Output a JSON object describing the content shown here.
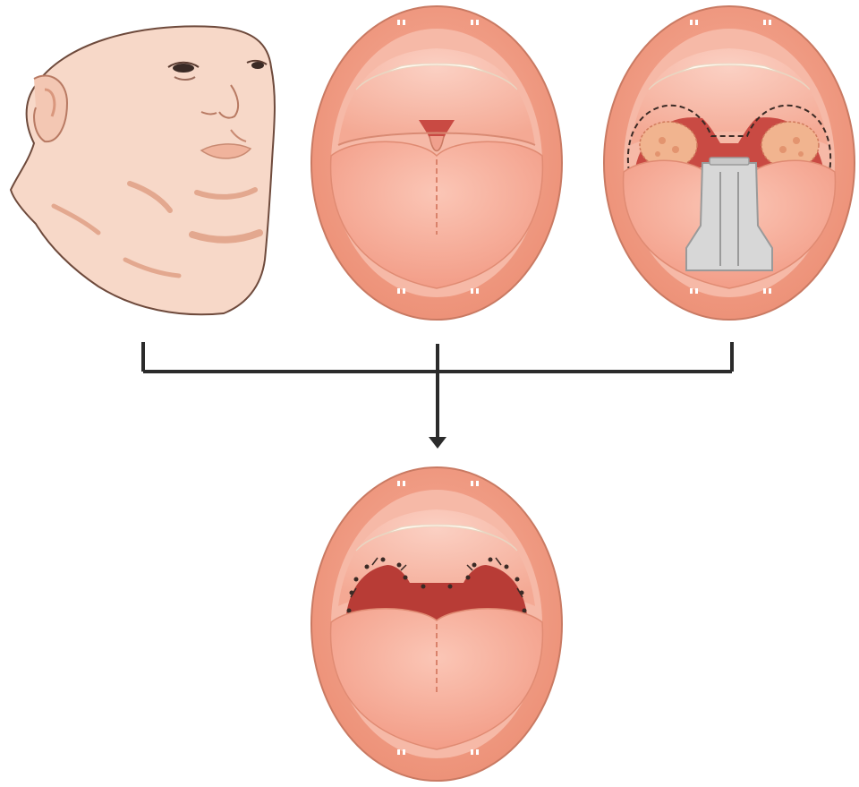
{
  "diagram": {
    "panels": [
      {
        "id": "face",
        "icon": "face-profile-icon"
      },
      {
        "id": "mouth-normal",
        "icon": "open-mouth-normal-icon"
      },
      {
        "id": "mouth-tonsillectomy",
        "icon": "open-mouth-tonsil-excision-icon"
      },
      {
        "id": "mouth-result",
        "icon": "open-mouth-post-op-icon"
      }
    ],
    "connector": {
      "type": "bracket-merge-arrow",
      "color": "#2b2b2b"
    },
    "colors": {
      "skin": "#f7d8c8",
      "skin_shadow": "#e8b39a",
      "lip": "#f3a58e",
      "lip_dark": "#e8866c",
      "mouth_inner": "#f5a792",
      "tongue": "#f6ad98",
      "teeth": "#fff8ee",
      "throat": "#c94a43",
      "tonsil": "#f1b48f",
      "retractor": "#d7d7d7",
      "outline": "#3a2a25"
    }
  }
}
